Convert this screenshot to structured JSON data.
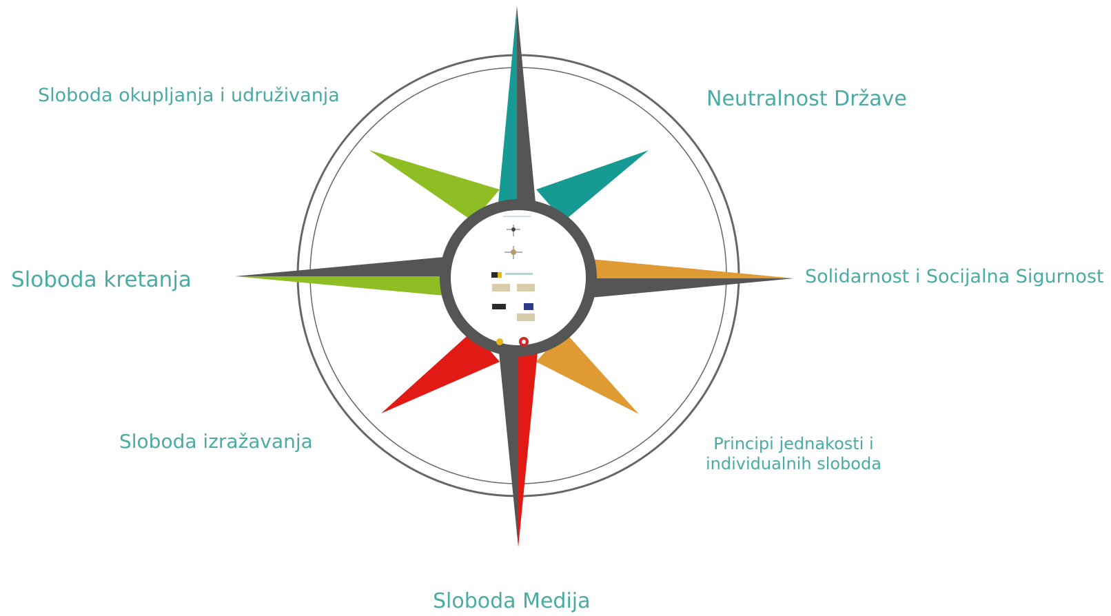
{
  "labels": {
    "neutralnost": "Neutralnost Države",
    "okupljanje": "Sloboda okupljanja i udruživanja",
    "solidarnost": "Solidarnost i Socijalna Sigurnost",
    "kretanje": "Sloboda kretanja",
    "izrazavanje": "Sloboda izražavanja",
    "principi_line1": "Principi jednakosti i",
    "principi_line2": "individualnih sloboda",
    "mediji": "Sloboda Medija"
  },
  "colors": {
    "text": "#4aaba4",
    "north": "#179a94",
    "south": "#e11a16",
    "east": "#e09a34",
    "west": "#8fbe24",
    "dark": "#555555",
    "ring": "#666666",
    "center_fill": "#ffffff"
  }
}
